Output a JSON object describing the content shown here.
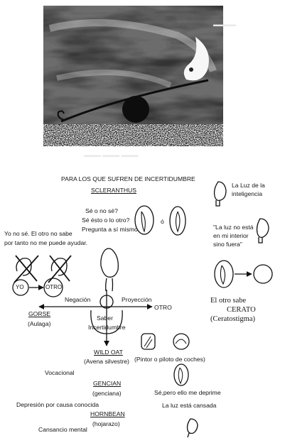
{
  "document": {
    "title": "PARA LOS QUE SUFREN DE INCERTIDUMBRE",
    "remedy_main": "SCLERANTHUS",
    "questions": [
      "Sé o no sé?",
      "Sé ésto o lo otro?",
      "Pregunta a sí mismo"
    ],
    "o_letter": "ó",
    "light_legend": [
      "La Luz de la",
      "inteligencia"
    ],
    "quote": [
      "\"La luz no está",
      "en mi interior",
      "sino fuera\""
    ],
    "left_statement": [
      "Yo no sé. El otro no sabe",
      "por tanto no me puede ayudar."
    ],
    "yo": "YO",
    "otro": "OTRO",
    "negacion": "Negación",
    "proyeccion": "Proyección",
    "otro_axis": "OTRO",
    "gorse": "GORSE",
    "gorse_sub": "(Aulaga)",
    "saber": "Saber",
    "incertidumbre": "Incertidumbre",
    "wild_oat": "WILD OAT",
    "wild_oat_sub": "(Avena silvestre)",
    "pintor": "(Pintor o piloto de coches)",
    "vocacional": "Vocacional",
    "gencian": "GENCIAN",
    "gencian_sub": "(genciana)",
    "deprime": "Sé,pero ello me deprime",
    "depresion": "Depresión por causa conocida",
    "luz_cansada": "La luz está cansada",
    "hornbean": "HORNBEAN",
    "hornbean_sub": "(hojarazo)",
    "cansancio": "Cansancio mental",
    "cerato_block": [
      "El otro sabe",
      "CERATO",
      "(Ceratostigma)"
    ]
  },
  "icons": {
    "top_art": "balance-seesaw-artwork",
    "light_bulb": "lightbulb-icon",
    "head": "head-figure-icon",
    "cross": "crossed-figure-icon",
    "oval_figure": "oval-figure-icon"
  }
}
